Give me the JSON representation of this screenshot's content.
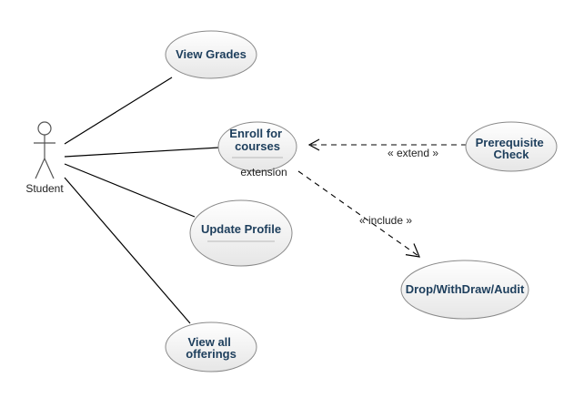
{
  "actor": {
    "label": "Student"
  },
  "use_cases": {
    "view_grades": {
      "label": [
        "View Grades"
      ]
    },
    "enroll_courses": {
      "label": [
        "Enroll for",
        "courses"
      ],
      "extension_point": "extension"
    },
    "update_profile": {
      "label": [
        "Update Profile"
      ]
    },
    "view_offerings": {
      "label": [
        "View all",
        "offerings"
      ]
    },
    "prerequisite_check": {
      "label": [
        "Prerequisite",
        "Check"
      ]
    },
    "drop_withdraw_audit": {
      "label": [
        "Drop/WithDraw/Audit"
      ]
    }
  },
  "relationships": {
    "extend": {
      "label": "« extend »",
      "from": "prerequisite_check",
      "to": "enroll_courses"
    },
    "include": {
      "label": "« include »",
      "from": "enroll_courses",
      "to": "drop_withdraw_audit"
    }
  },
  "colors": {
    "usecase_text": "#1d3e5c",
    "usecase_fill_top": "#ffffff",
    "usecase_fill_bottom": "#e4e4e4",
    "line": "#000000"
  }
}
